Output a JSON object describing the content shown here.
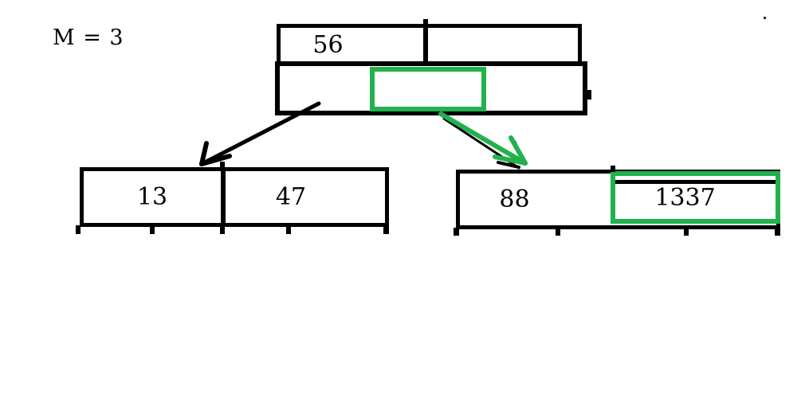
{
  "label": {
    "order": "M = 3"
  },
  "colors": {
    "line": "#000000",
    "highlight_green": "#22B14C",
    "background": "#ffffff"
  },
  "root": {
    "keys": {
      "key1": "56",
      "key2": ""
    },
    "pointers": {
      "p1": "",
      "p2": "",
      "p3": "",
      "highlighted": "p2"
    }
  },
  "leftChild": {
    "keys": {
      "key1": "13",
      "key2": "47"
    }
  },
  "rightChild": {
    "keys": {
      "key1": "88",
      "key2": "1337"
    },
    "highlighted": "key2"
  }
}
